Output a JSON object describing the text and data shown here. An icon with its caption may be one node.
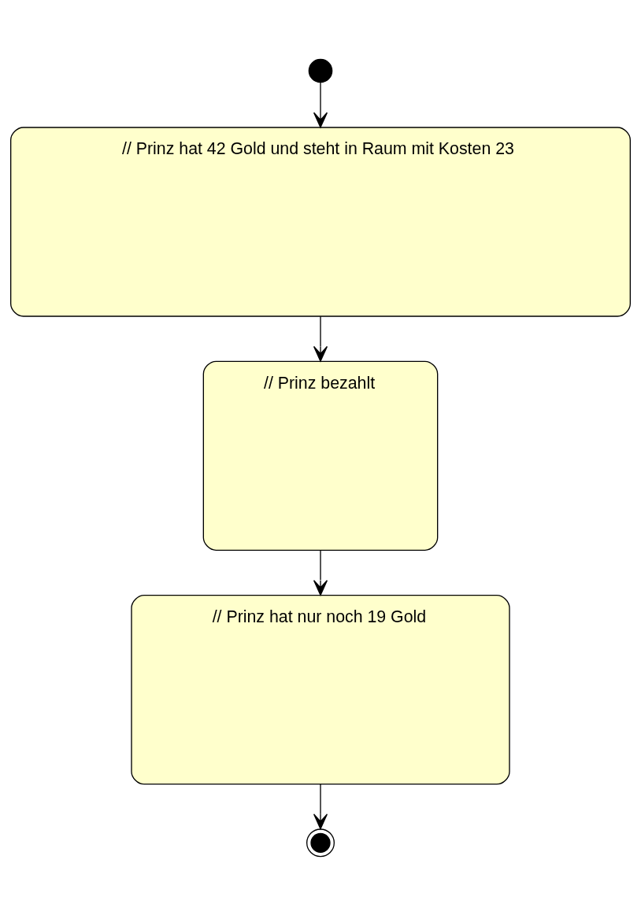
{
  "diagram": {
    "nodes": [
      {
        "text": [],
        "shape": "circle"
      },
      {
        "text": [
          "// Prinz hat 42 Gold und steht in Raum mit Kosten 23"
        ]
      },
      {
        "text": [
          "// Prinz bezahlt"
        ]
      },
      {
        "text": [
          "// Prinz hat nur noch 19 Gold"
        ]
      },
      {
        "text": [],
        "shape": "circle"
      }
    ],
    "edges": [
      {
        "from": 0,
        "to": 1,
        "arrow": "to"
      },
      {
        "from": 1,
        "to": 2,
        "arrow": "to"
      },
      {
        "from": 2,
        "to": 3,
        "arrow": "to"
      },
      {
        "from": 3,
        "to": 4,
        "arrow": "to"
      }
    ]
  }
}
